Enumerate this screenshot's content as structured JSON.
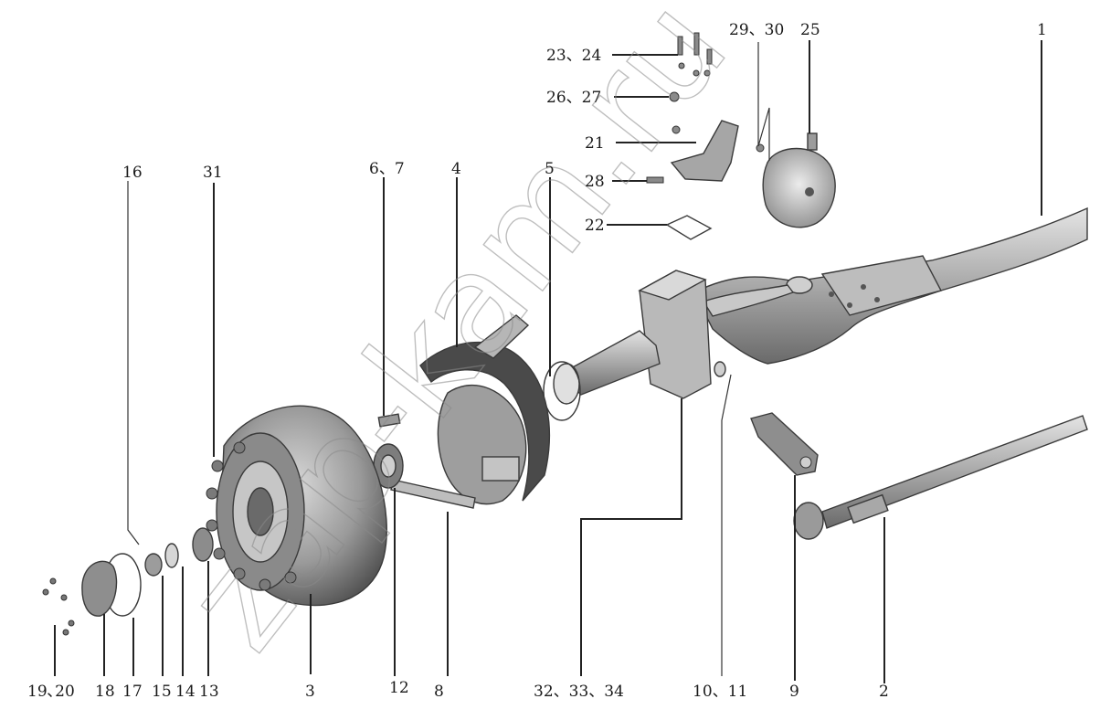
{
  "watermark": "zap-kam.ru",
  "colors": {
    "part_dark": "#5e5e5e",
    "part_mid": "#9c9c9c",
    "part_light": "#d2d2d2",
    "leader": "#222222"
  },
  "callouts": {
    "c1": "1",
    "c2": "2",
    "c3": "3",
    "c4": "4",
    "c5": "5",
    "c6_7": "6、7",
    "c8": "8",
    "c9": "9",
    "c10_11": "10、11",
    "c12": "12",
    "c13": "13",
    "c14": "14",
    "c15": "15",
    "c16": "16",
    "c17": "17",
    "c18": "18",
    "c19_20": "19､20",
    "c21": "21",
    "c22": "22",
    "c23_24": "23、24",
    "c25": "25",
    "c26_27": "26、27",
    "c28": "28",
    "c29_30": "29、30",
    "c31": "31",
    "c32_33_34": "32、33、34"
  }
}
